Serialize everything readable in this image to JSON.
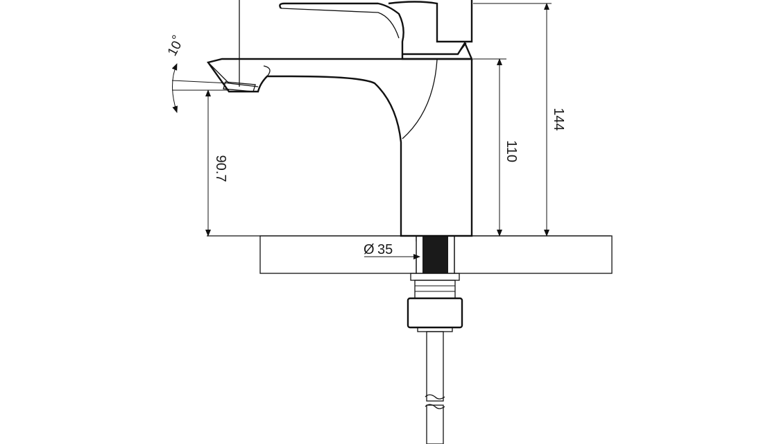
{
  "dimensions": {
    "spout_height": "90.7",
    "body_height": "110",
    "total_height": "144",
    "hole_diameter": "35",
    "spout_angle": "10"
  },
  "symbols": {
    "diameter": "Ø",
    "degree": "°"
  },
  "colors": {
    "line": "#111111",
    "fill_dark": "#1a1a1a",
    "background": "#ffffff"
  }
}
